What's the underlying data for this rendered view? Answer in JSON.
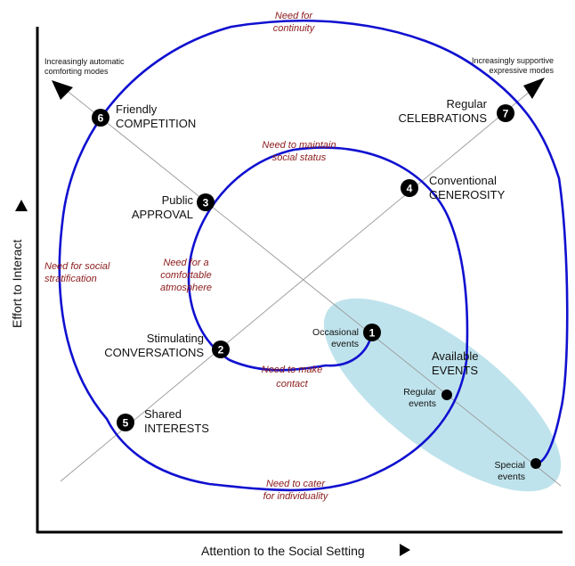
{
  "axes": {
    "x_label": "Attention to the Social Setting",
    "y_label": "Effort to Interact"
  },
  "corners": {
    "top_left_line1": "Increasingly automatic",
    "top_left_line2": "comforting modes",
    "top_right_line1": "Increasingly supportive",
    "top_right_line2": "expressive modes"
  },
  "needs": {
    "continuity_1": "Need for",
    "continuity_2": "continuity",
    "social_status_1": "Need to maintain",
    "social_status_2": "social status",
    "stratification_1": "Need for social",
    "stratification_2": "stratification",
    "atmosphere_1": "Need for a",
    "atmosphere_2": "comfortable",
    "atmosphere_3": "atmosphere",
    "contact_1": "Need to make",
    "contact_2": "contact",
    "individuality_1": "Need to cater",
    "individuality_2": "for individuality"
  },
  "nodes": {
    "n1": {
      "num": "1",
      "line1": "Occasional",
      "line2": "events"
    },
    "n2": {
      "num": "2",
      "line1": "Stimulating",
      "line2": "CONVERSATIONS"
    },
    "n3": {
      "num": "3",
      "line1": "Public",
      "line2": "APPROVAL"
    },
    "n4": {
      "num": "4",
      "line1": "Conventional",
      "line2": "GENEROSITY"
    },
    "n5": {
      "num": "5",
      "line1": "Shared",
      "line2": "INTERESTS"
    },
    "n6": {
      "num": "6",
      "line1": "Friendly",
      "line2": "COMPETITION"
    },
    "n7": {
      "num": "7",
      "line1": "Regular",
      "line2": "CELEBRATIONS"
    }
  },
  "events": {
    "available_1": "Available",
    "available_2": "EVENTS",
    "regular_1": "Regular",
    "regular_2": "events",
    "special_1": "Special",
    "special_2": "events"
  },
  "colors": {
    "spiral": "#1010d0",
    "ellipse": "#bfe3ec",
    "need_text": "#8b1a1a",
    "node_fill": "#000000"
  }
}
